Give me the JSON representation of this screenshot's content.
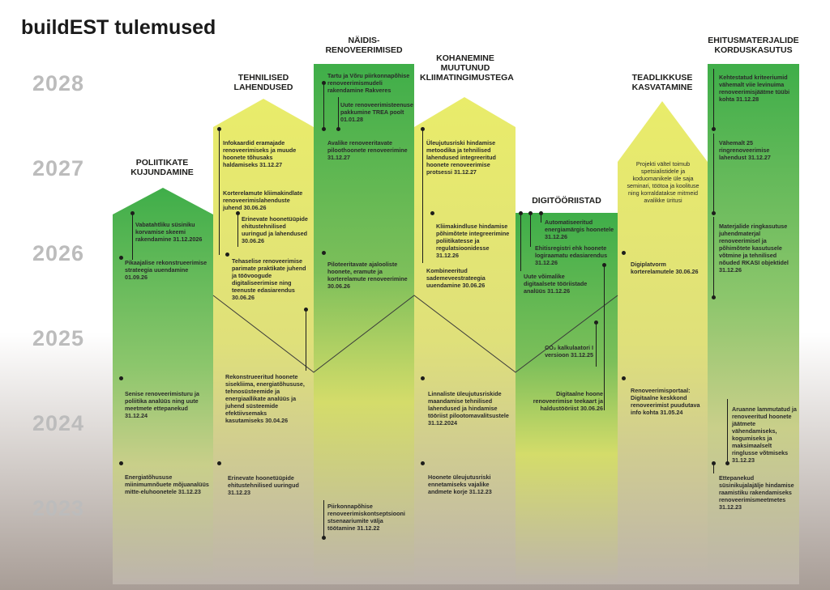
{
  "title": "buildEST tulemused",
  "years": [
    "2028",
    "2027",
    "2026",
    "2025",
    "2024",
    "2023"
  ],
  "colors": {
    "green": "#3fae49",
    "yellow": "#dce35b",
    "bottom": "#bdb4ac",
    "year_text": "#bcbcbc"
  },
  "columns": [
    {
      "title": "POLIITIKATE KUJUNDAMINE",
      "items": [
        "Vabatahtliku süsiniku korvamise skeemi rakendamine 31.12.2026",
        "Pikaajalise rekonstrueerimise strateegia uuendamine 01.09.26",
        "Senise renoveerimisturu ja poliitika analüüs ning uute meetmete ettepanekud 31.12.24",
        "Energiatõhususe miinimumnõuete mõjuanalüüs mitte-eluhoonetele 31.12.23"
      ]
    },
    {
      "title": "TEHNILISED LAHENDUSED",
      "items": [
        "Infokaardid eramajade renoveerimiseks ja muude hoonete tõhusaks haldamiseks 31.12.27",
        "Korterelamute kliimakindlate renoveerimislahenduste juhend 30.06.26",
        "Erinevate hoonetüüpide ehitustehnilised uuringud ja lahendused 30.06.26",
        "Tehaselise renoveerimise parimate praktikate juhend ja töövoogude digitaliseerimise ning teenuste edasiarendus 30.06.26",
        "Rekonstrueeritud hoonete sisekliima, energiatõhususe, tehnosüsteemide ja energiaallikate analüüs ja juhend süsteemide efektiivsemaks kasutamiseks 30.04.26",
        "Erinevate hoonetüüpide ehitustehnilised uuringud 31.12.23"
      ]
    },
    {
      "title": "NÄIDIS-RENOVEERIMISED",
      "items": [
        "Tartu ja Võru piirkonnapõhise renoveerimismudeli rakendamine Rakveres",
        "Uute renoveerimisteenuse pakkumine TREA poolt 01.01.28",
        "Avalike renoveeritavate piloothoonete renoveerimine 31.12.27",
        "Piloteeritavate ajalooliste hoonete, eramute ja korterelamute renoveerimine 30.06.26",
        "Piirkonnapõhise renoveerimiskontseptsiooni stsenaariumite välja töötamine 31.12.22"
      ]
    },
    {
      "title": "KOHANEMINE MUUTUNUD KLIIMATINGIMUSTEGA",
      "items": [
        "Üleujutusriski hindamise metoodika ja tehnilised lahendused integreeritud hoonete renoveerimise protsessi 31.12.27",
        "Kliimakindluse hindamise põhimõtete integreerimine poliitikatesse ja regulatsioonidesse 31.12.26",
        "Kombineeritud sademeveestrateegia uuendamine 30.06.26",
        "Linnaliste üleujutusriskide maandamise tehnilised lahendused ja hindamise tööriist pilootomavalitsustele 31.12.2024",
        "Hoonete üleujutusriski ennetamiseks vajalike andmete korje 31.12.23"
      ]
    },
    {
      "title": "DIGITÖÖRIISTAD",
      "items": [
        "Automatiseeritud energiamärgis hoonetele 31.12.26",
        "Ehitisregistri ehk hoonete logiraamatu edasiarendus 31.12.26",
        "Uute võimalike digitaalsete tööriistade analüüs 31.12.26",
        "CO₂ kalkulaatori I versioon 31.12.25",
        "Digitaalne hoone renoveerimise teekaart ja haldustööriist 30.06.26"
      ]
    },
    {
      "title": "TEADLIKKUSE KASVATAMINE",
      "items": [
        "Projekti vältel toimub spetsialistidele ja koduomanikele üle saja seminari, tööt­oa ja koolituse ning korraldatakse mitmeid avalikke üritusi",
        "Digiplatvorm korterelamutele 30.06.26",
        "Renoveerimisportaal: Digitaalne keskkond renoveerimist puudutava info kohta 31.05.24"
      ]
    },
    {
      "title": "EHITUSMATERJALIDE KORDUSKASUTUS",
      "items": [
        "Kehtestatud kriteeriumid vähemalt viie levinuima renoveerimisjäätme tüübi kohta 31.12.28",
        "Vähemalt 25 ringrenoveerimise lahendust 31.12.27",
        "Materjalide ringkasutuse juhendmaterjal renoveerimisel ja põhimõtete kasutusele võtmine ja tehnilised nõuded RKASI objektidel 31.12.26",
        "Aruanne lammutatud ja renoveeritud hoonete jäätmete vähendamiseks, kogumiseks ja maksimaalselt ringlusse võtmiseks 31.12.23",
        "Ettepanekud süsinikujalajälje hindamise raamistiku rakendamiseks renoveerimismeetmetes 31.12.23"
      ]
    }
  ]
}
